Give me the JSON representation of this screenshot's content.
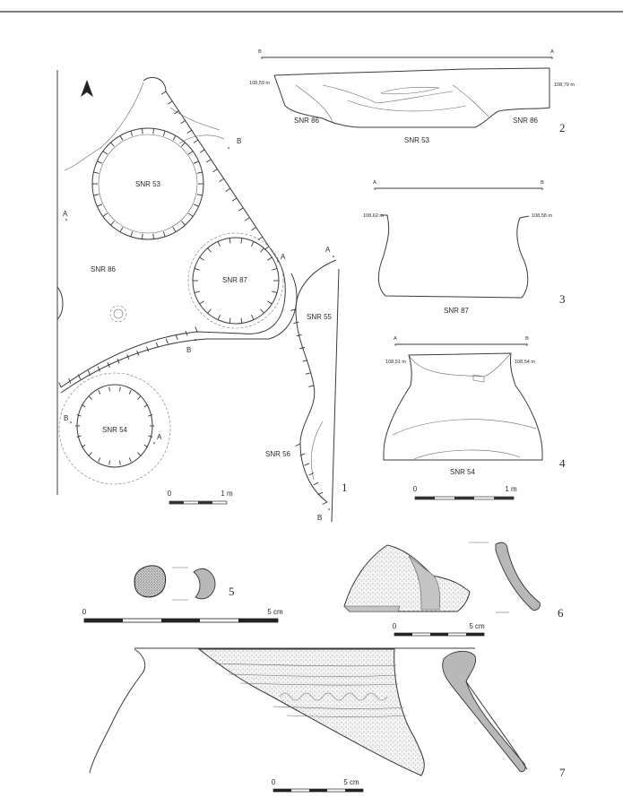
{
  "plan": {
    "labels": {
      "snr53": "SNR 53",
      "snr86": "SNR 86",
      "snr87": "SNR 87",
      "snr55": "SNR 55",
      "snr54": "SNR 54",
      "snr56": "SNR 56",
      "a1": "A",
      "b1": "B",
      "a2": "A",
      "b2": "B",
      "a3": "A",
      "b3": "B",
      "a4": "A",
      "b4": "B"
    },
    "scale": {
      "start": "0",
      "end": "1 m"
    },
    "figure_number": "1"
  },
  "section_53": {
    "left_end": "B",
    "right_end": "A",
    "left_elevation": "108,59 m",
    "right_elevation": "108,79 m",
    "label_left": "SNR 86",
    "label_right": "SNR 86",
    "label_center": "SNR 53",
    "figure_number": "2"
  },
  "section_87": {
    "left_end": "A",
    "right_end": "B",
    "left_elevation": "108,62 m",
    "right_elevation": "108,58 m",
    "label": "SNR 87",
    "figure_number": "3"
  },
  "section_54": {
    "left_end": "A",
    "right_end": "B",
    "left_elevation": "108,51 m",
    "right_elevation": "108,54 m",
    "label": "SNR 54",
    "scale": {
      "start": "0",
      "end": "1 m"
    },
    "figure_number": "4"
  },
  "find_5": {
    "scale": {
      "start": "0",
      "end": "5 cm"
    },
    "figure_number": "5"
  },
  "find_6": {
    "scale": {
      "start": "0",
      "end": "5 cm"
    },
    "figure_number": "6"
  },
  "find_7": {
    "scale": {
      "start": "0",
      "end": "5 cm"
    },
    "figure_number": "7"
  }
}
